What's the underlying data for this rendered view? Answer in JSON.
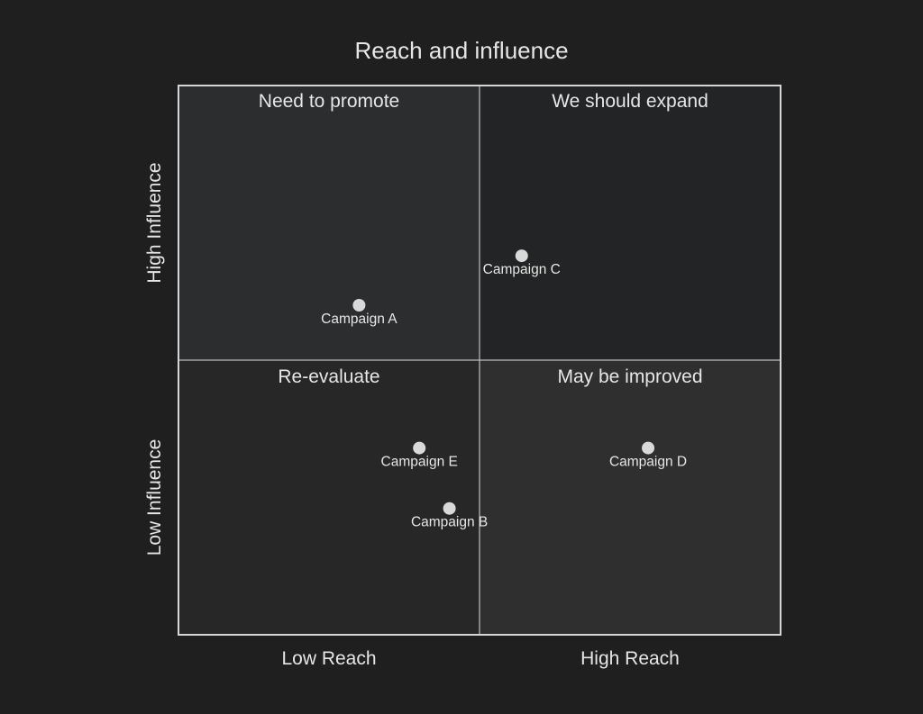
{
  "chart_data": {
    "type": "scatter",
    "title": "Reach and influence",
    "x_axis": {
      "low_label": "Low Reach",
      "high_label": "High Reach"
    },
    "y_axis": {
      "low_label": "Low Influence",
      "high_label": "High Influence"
    },
    "quadrants": {
      "q1": {
        "label": "We should expand",
        "fill": "#232425"
      },
      "q2": {
        "label": "Need to promote",
        "fill": "#2b2d2e"
      },
      "q3": {
        "label": "Re-evaluate",
        "fill": "#272727"
      },
      "q4": {
        "label": "May be improved",
        "fill": "#2f2f2f"
      }
    },
    "points": [
      {
        "name": "Campaign A",
        "x": 0.3,
        "y": 0.6
      },
      {
        "name": "Campaign B",
        "x": 0.45,
        "y": 0.23
      },
      {
        "name": "Campaign C",
        "x": 0.57,
        "y": 0.69
      },
      {
        "name": "Campaign D",
        "x": 0.78,
        "y": 0.34
      },
      {
        "name": "Campaign E",
        "x": 0.4,
        "y": 0.34
      }
    ],
    "xlim": [
      0,
      1
    ],
    "ylim": [
      0,
      1
    ],
    "grid": false
  },
  "colors": {
    "background": "#1f1f1f",
    "border": "#d6d6d6",
    "divider": "#bdbdbd",
    "point": "#d9d9d9",
    "text": "#e6e6e6"
  }
}
